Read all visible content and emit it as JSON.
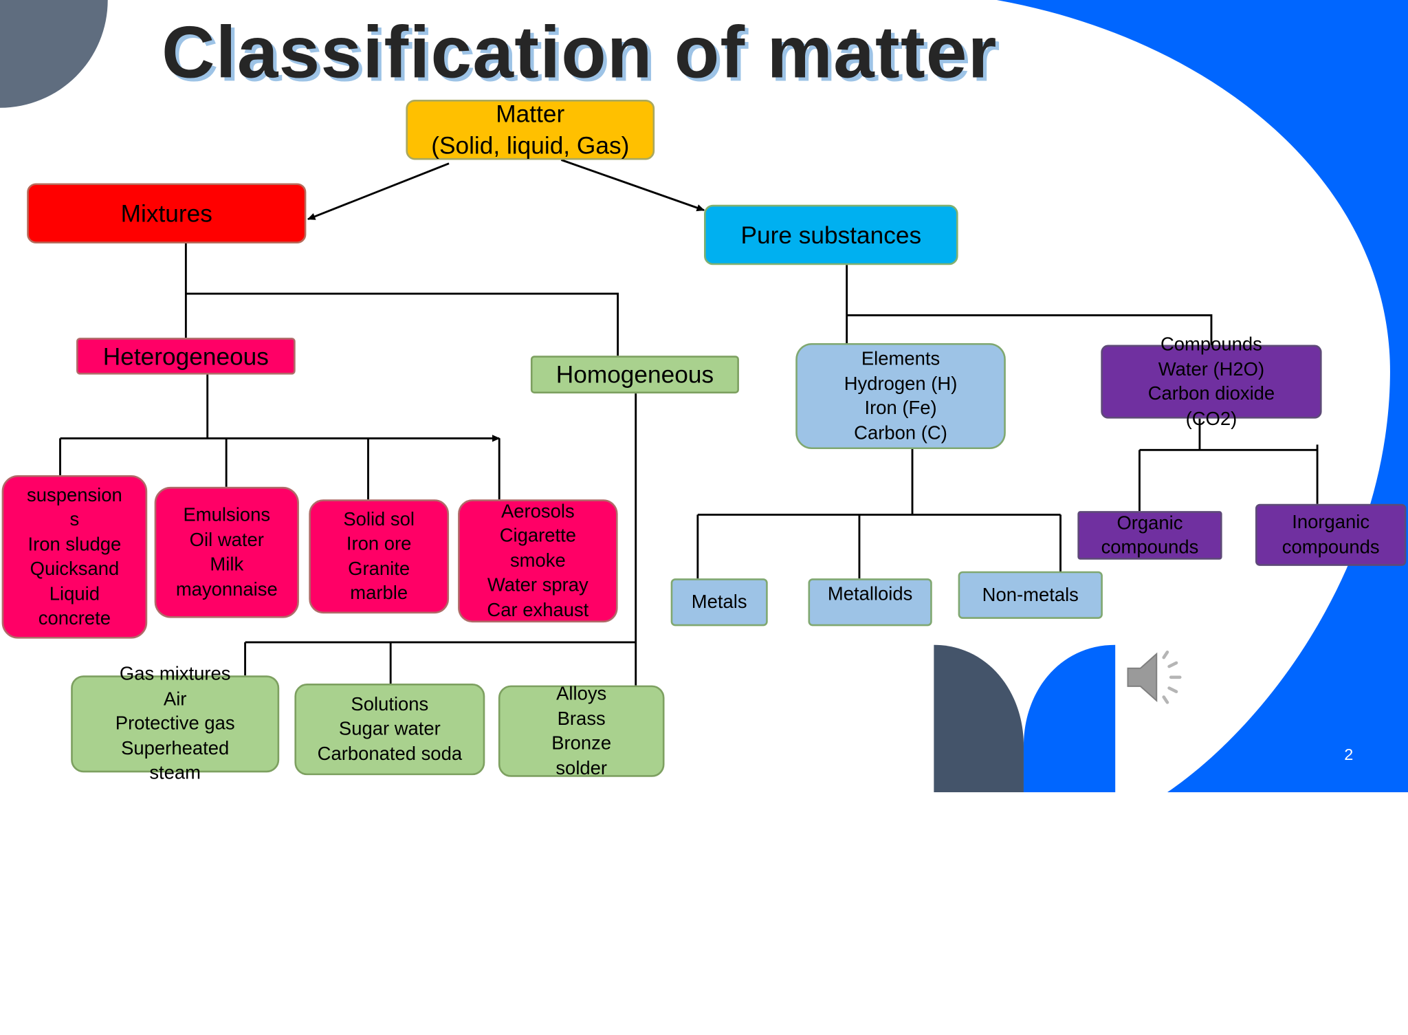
{
  "title": "Classification of matter",
  "slide_number": "2",
  "colors": {
    "accent_blue": "#0066ff",
    "slate": "#44546a",
    "slate_light": "#5f6d7f",
    "title_shadow": "#9dc3e6",
    "matter": "#ffc000",
    "mixtures": "#ff0000",
    "pure_substances": "#00b0f0",
    "mixture_types": "#ff0066",
    "homogeneous_types": "#a9d18e",
    "elements": "#9dc3e6",
    "compounds": "#7030a0"
  },
  "icons": {
    "speaker": "speaker-icon"
  },
  "nodes": {
    "matter": "Matter\n(Solid, liquid, Gas)",
    "mixtures": "Mixtures",
    "pure_substances": "Pure substances",
    "heterogeneous": "Heterogeneous",
    "homogeneous": "Homogeneous",
    "elements": "Elements\nHydrogen (H)\nIron (Fe)\nCarbon (C)",
    "compounds": "Compounds\nWater (H2O)\nCarbon dioxide\n(CO2)",
    "suspensions": "suspension\ns\nIron sludge\nQuicksand\nLiquid\nconcrete",
    "emulsions": "Emulsions\nOil water\nMilk\nmayonnaise",
    "solid_sol": "Solid sol\nIron ore\nGranite\nmarble",
    "aerosols": "Aerosols\nCigarette\nsmoke\nWater spray\nCar exhaust",
    "gas_mixtures": "Gas mixtures\nAir\nProtective gas\nSuperheated\nsteam",
    "solutions": "Solutions\nSugar water\nCarbonated soda",
    "alloys": "Alloys\nBrass\nBronze\nsolder",
    "metals": "Metals",
    "metalloids": "Metalloids",
    "non_metals": "Non-metals",
    "organic": "Organic\ncompounds",
    "inorganic": "Inorganic\ncompounds"
  }
}
